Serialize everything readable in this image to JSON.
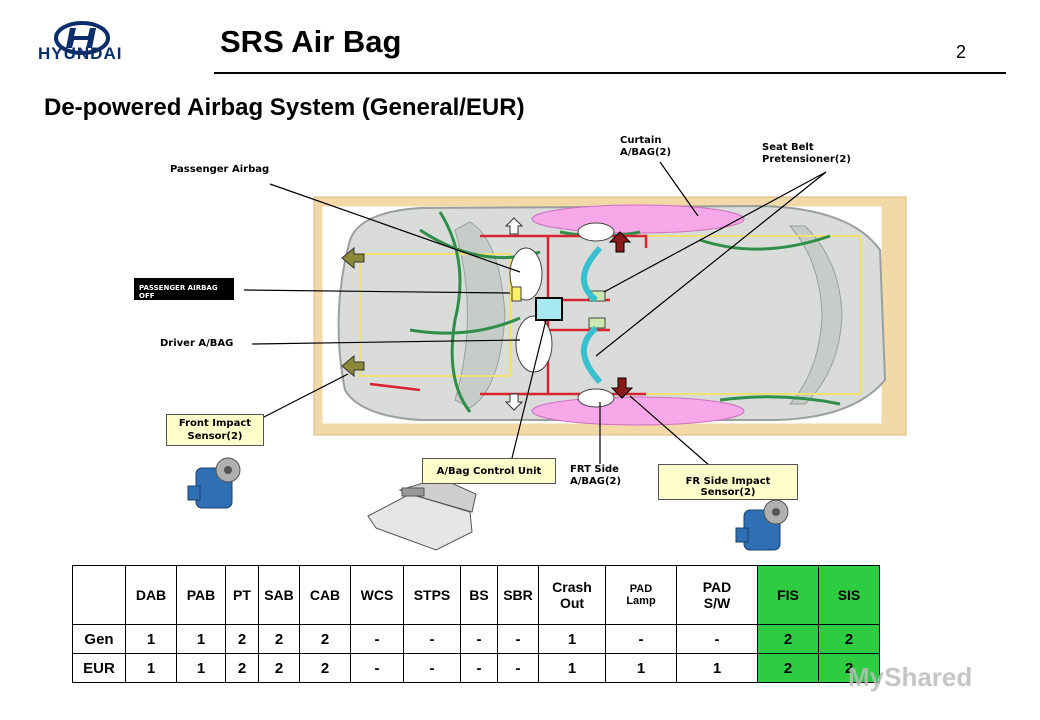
{
  "header": {
    "brand": "HYUNDAI",
    "title": "SRS Air Bag",
    "page_number": "2"
  },
  "subtitle": "De-powered Airbag System (General/EUR)",
  "diagram": {
    "labels": {
      "passenger_airbag": "Passenger Airbag",
      "passenger_airbag_off": "PASSENGER AIRBAG OFF",
      "driver_abag": "Driver A/BAG",
      "front_impact_sensor": "Front Impact\nSensor(2)",
      "curtain_abag": "Curtain\nA/BAG(2)",
      "seat_belt_pretensioner": "Seat Belt\nPretensioner(2)",
      "abag_control_unit": "A/Bag Control Unit",
      "frt_side_abag": "FRT Side\nA/BAG(2)",
      "fr_side_impact_sensor": "FR Side Impact Sensor(2)"
    },
    "colors": {
      "vehicle_panel": "#f3d9a8",
      "curtain_airbag": "#f7a8e8",
      "wiring": "#d9232f",
      "harness": "#2f8f4a",
      "highlight_box": "#ffffcc",
      "sensor": "#2f6fb3"
    }
  },
  "table": {
    "columns": [
      "",
      "DAB",
      "PAB",
      "PT",
      "SAB",
      "CAB",
      "WCS",
      "STPS",
      "BS",
      "SBR",
      "Crash\nOut",
      "PAD\nLamp",
      "PAD\nS/W",
      "FIS",
      "SIS"
    ],
    "rows": [
      [
        "Gen",
        "1",
        "1",
        "2",
        "2",
        "2",
        "-",
        "-",
        "-",
        "-",
        "1",
        "-",
        "-",
        "2",
        "2"
      ],
      [
        "EUR",
        "1",
        "1",
        "2",
        "2",
        "2",
        "-",
        "-",
        "-",
        "-",
        "1",
        "1",
        "1",
        "2",
        "2"
      ]
    ],
    "highlight_color": "#2ecc40"
  },
  "watermark": "MyShared"
}
